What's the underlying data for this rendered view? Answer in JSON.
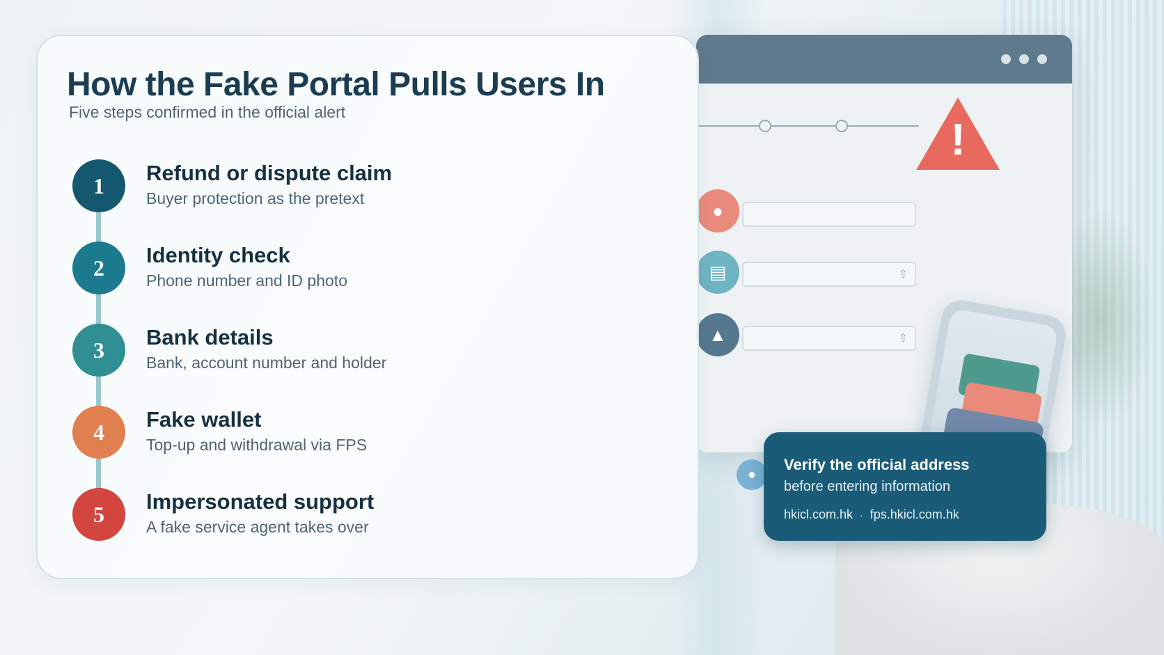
{
  "header": {
    "title": "How the Fake Portal Pulls Users In",
    "subtitle": "Five steps confirmed in the official alert"
  },
  "steps": [
    {
      "number": "1",
      "title": "Refund or dispute claim",
      "description": "Buyer protection as the pretext",
      "color": "#13586f"
    },
    {
      "number": "2",
      "title": "Identity check",
      "description": "Phone number and ID photo",
      "color": "#1b7a8e"
    },
    {
      "number": "3",
      "title": "Bank details",
      "description": "Bank, account number and holder",
      "color": "#2f8f92"
    },
    {
      "number": "4",
      "title": "Fake wallet",
      "description": "Top-up and withdrawal via FPS",
      "color": "#e07f4f"
    },
    {
      "number": "5",
      "title": "Impersonated support",
      "description": "A fake service agent takes over",
      "color": "#d3453f"
    }
  ],
  "callout": {
    "title": "Verify the official address",
    "subtitle": "before entering information",
    "link_primary": "hkicl.com.hk",
    "separator": "·",
    "link_secondary": "fps.hkicl.com.hk",
    "background": "#1a5b78"
  },
  "illustration": {
    "icons": [
      "warning-icon",
      "user-icon",
      "id-card-icon",
      "bank-icon",
      "upload-icon",
      "phone-icon",
      "wallet-icon"
    ]
  }
}
